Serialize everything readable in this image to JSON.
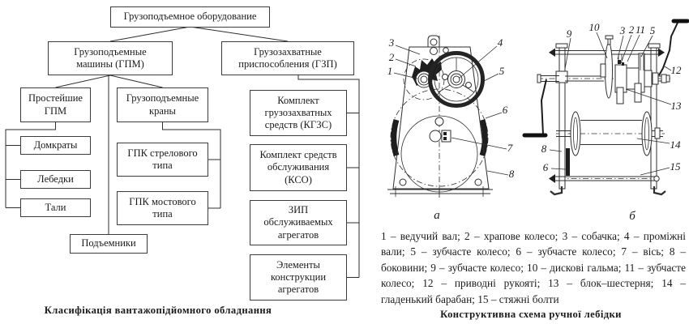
{
  "flowchart": {
    "caption": "Класифікація вантажопідйомного обладнання",
    "root": "Грузоподъемное оборудование",
    "gpm": "Грузоподъемные\nмашины (ГПМ)",
    "gzp": "Грузозахватные\nприспособления (ГЗП)",
    "simple_gpm": "Простейшие\nГПМ",
    "cranes": "Грузоподъемные\nкраны",
    "jacks": "Домкраты",
    "winches": "Лебедки",
    "hoists": "Тали",
    "gpk_jib": "ГПК стрелового\nтипа",
    "gpk_bridge": "ГПК мостового\nтипа",
    "lifts": "Подъемники",
    "kgzs": "Комплект\nгрузозахватных\nсредств (КГЗС)",
    "kso": "Комплект средств\nобслуживания\n(КСО)",
    "zip": "ЗИП\nобслуживаемых\nагрегатов",
    "elements": "Элементы\nконструкции\nагрегатов"
  },
  "winch": {
    "caption": "Конструктивна схема ручної лебідки",
    "legend": "1 – ведучий вал; 2 – храпове колесо; 3 – собачка; 4 – проміжні вали; 5 – зубчасте колесо; 6 – зубчасте колесо; 7 – вісь; 8 – боковини; 9 – зубчасте колесо; 10 – дискові гальма; 11 – зубчасте колесо; 12 – приводні рукояті; 13 – блок–шестерня; 14 – гладенький барабан; 15 – стяжні болти",
    "fig_a": {
      "label": "а",
      "callouts": [
        "3",
        "2",
        "1",
        "4",
        "5",
        "6",
        "7",
        "8"
      ]
    },
    "fig_b": {
      "label": "б",
      "callouts": [
        "9",
        "10",
        "3",
        "2",
        "11",
        "5",
        "12",
        "13",
        "8",
        "6",
        "14",
        "15"
      ]
    }
  }
}
